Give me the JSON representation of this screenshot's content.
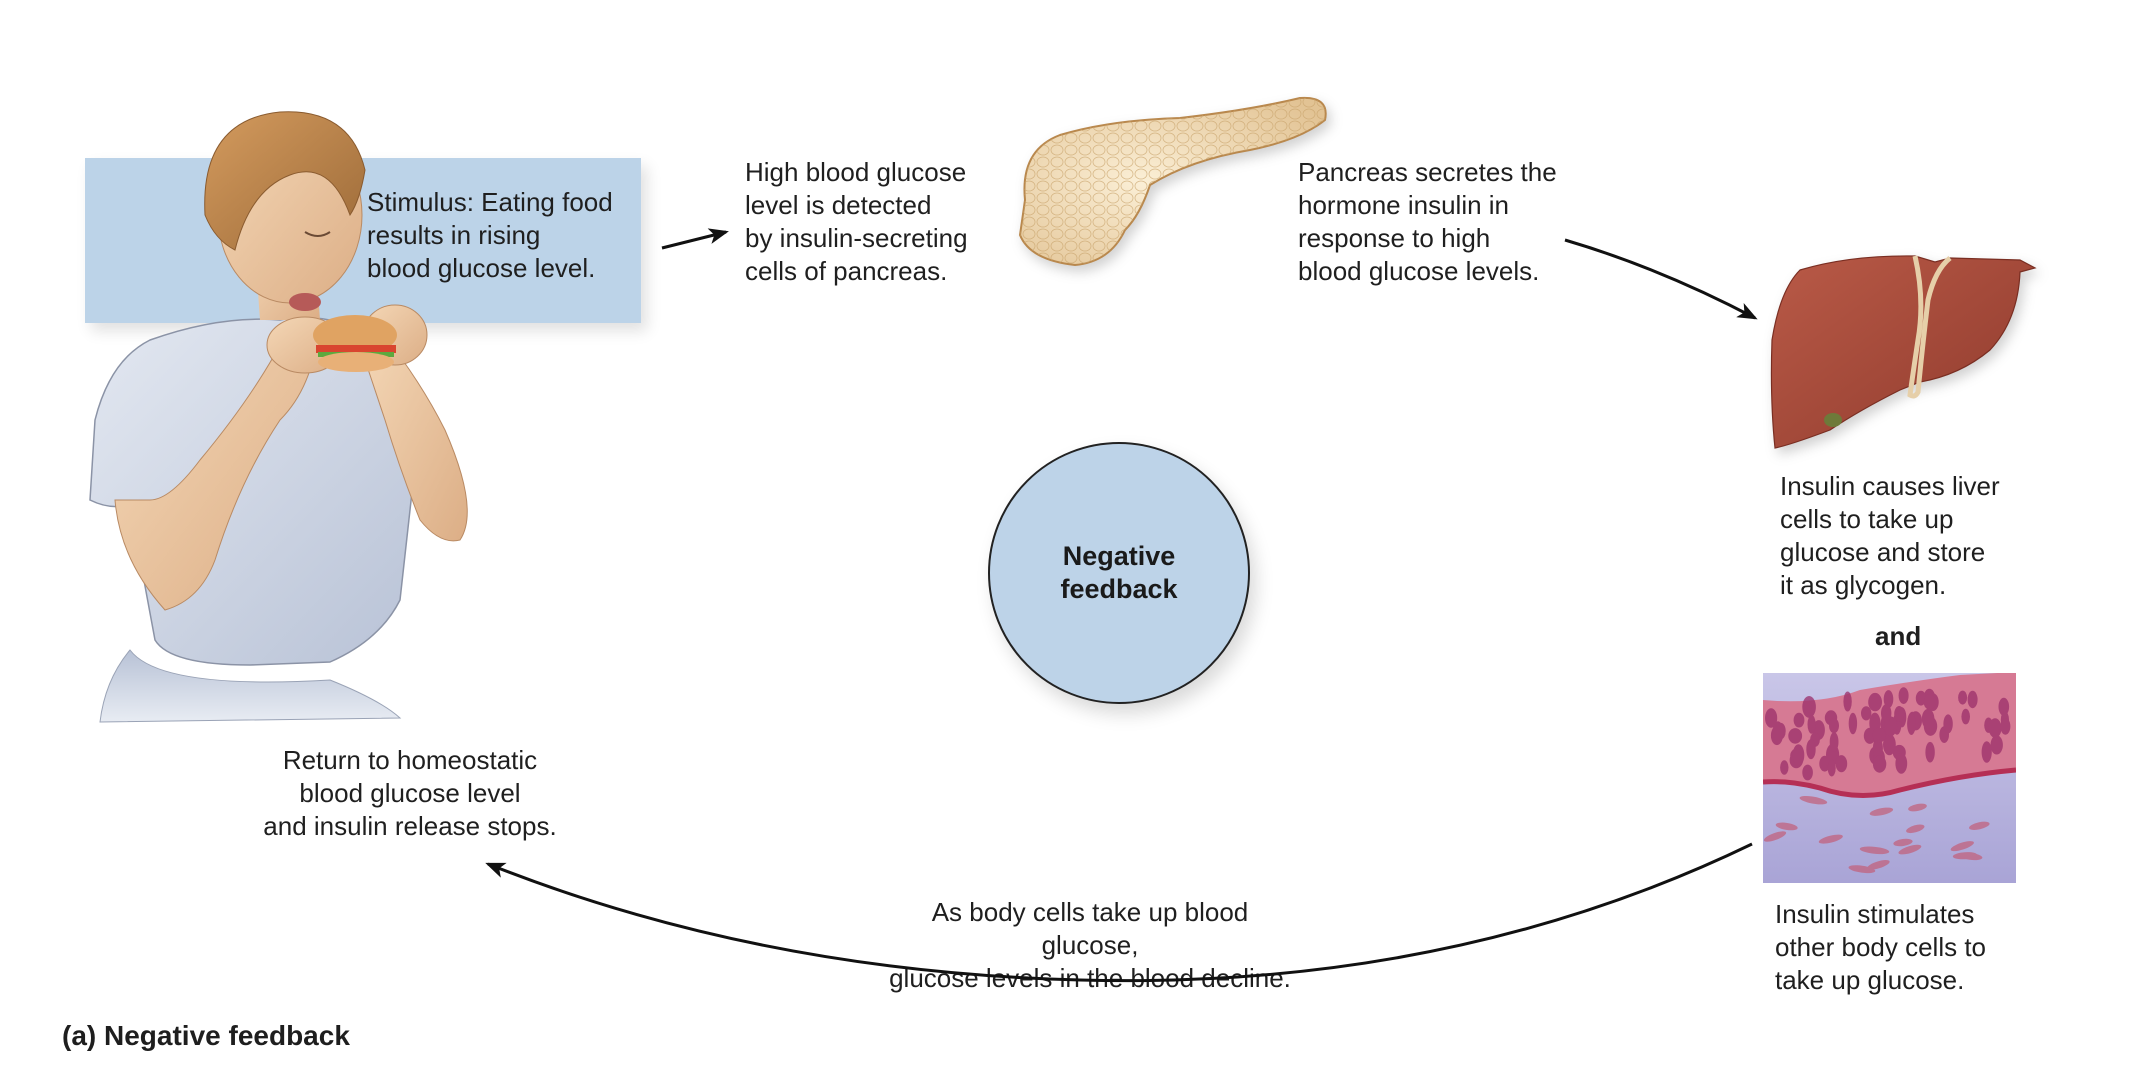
{
  "diagram": {
    "caption": "(a) Negative feedback",
    "center_label": "Negative\nfeedback",
    "colors": {
      "accent_blue": "#bcd3e8",
      "arrow": "#111111",
      "liver": "#a9493a",
      "pancreas": "#f0dcb6",
      "tissue_epithelium": "#c4587e",
      "tissue_connective": "#b7b4dc"
    },
    "steps": [
      {
        "id": "stimulus",
        "text": "Stimulus: Eating food\nresults in rising\nblood glucose level.",
        "illustration": "person-eating-burger"
      },
      {
        "id": "detection",
        "text": "High blood glucose\nlevel is detected\nby insulin-secreting\ncells of pancreas.",
        "illustration": "pancreas"
      },
      {
        "id": "secretion",
        "text": "Pancreas secretes the\nhormone insulin in\nresponse to high\nblood glucose levels."
      },
      {
        "id": "liver-response",
        "text": "Insulin causes liver\ncells to take up\nglucose and store\nit as glycogen.",
        "illustration": "liver"
      },
      {
        "id": "conjunction",
        "text": "and"
      },
      {
        "id": "body-cells-response",
        "text": "Insulin stimulates\nother body cells to\ntake up glucose.",
        "illustration": "tissue-cells"
      },
      {
        "id": "decline",
        "text": "As body cells take up blood glucose,\nglucose levels in the blood decline."
      },
      {
        "id": "return",
        "text": "Return to homeostatic\nblood glucose level\nand insulin release stops."
      }
    ]
  }
}
